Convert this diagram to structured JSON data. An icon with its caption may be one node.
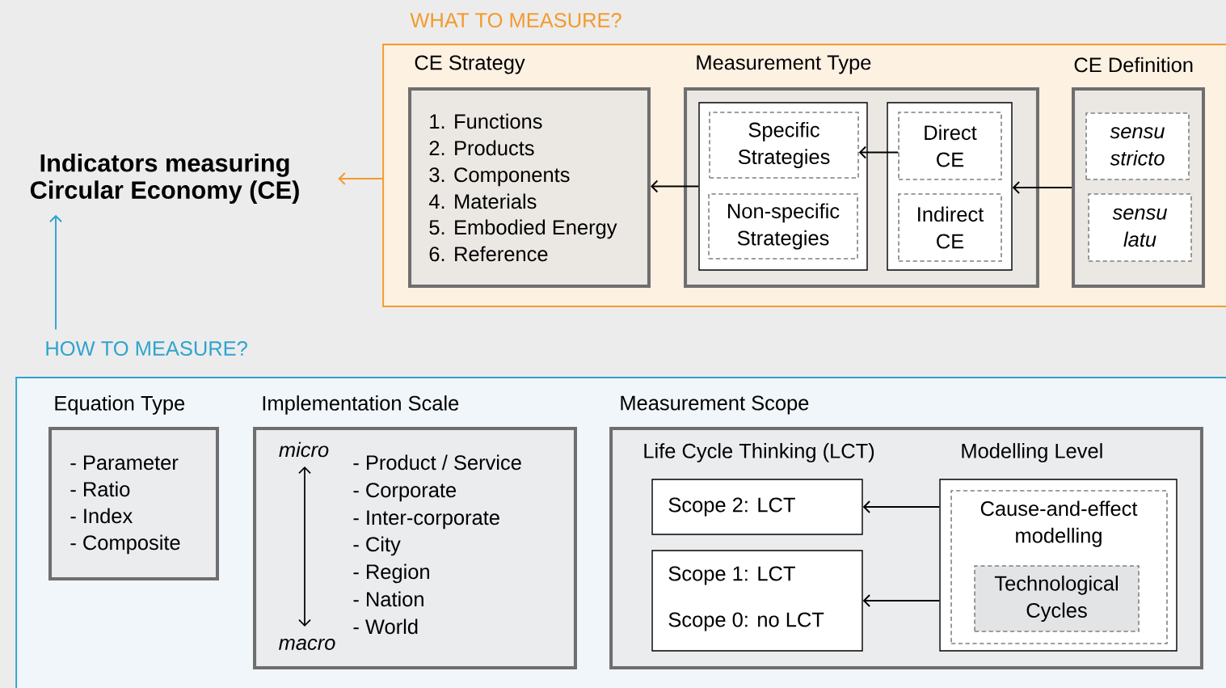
{
  "diagram": {
    "nodes": [
      {
        "text": [
          "Indicators measuring Circular Economy (CE)"
        ]
      },
      {
        "text": [
          "WHAT TO MEASURE?"
        ]
      },
      {
        "text": [
          "HOW TO MEASURE?"
        ]
      },
      {
        "text": [
          "CE Strategy",
          "1. Functions",
          "2. Products",
          "3. Components",
          "4. Materials",
          "5. Embodied Energy",
          "6. Reference"
        ],
        "in": 1
      },
      {
        "text": [
          "Measurement Type"
        ],
        "in": 1
      },
      {
        "text": [],
        "shape": "box",
        "in": 4
      },
      {
        "text": [
          "Specific Strategies"
        ],
        "in": 5
      },
      {
        "text": [
          "Non-specific Strategies"
        ],
        "in": 5
      },
      {
        "text": [],
        "shape": "box",
        "in": 4
      },
      {
        "text": [
          "Direct CE"
        ],
        "in": 8
      },
      {
        "text": [
          "Indirect CE"
        ],
        "in": 8
      },
      {
        "text": [
          "CE Definition"
        ],
        "in": 1
      },
      {
        "text": [
          "sensu stricto"
        ],
        "in": 11
      },
      {
        "text": [
          "sensu latu"
        ],
        "in": 11
      },
      {
        "text": [
          "Equation Type",
          "- Parameter",
          "- Ratio",
          "- Index",
          "- Composite"
        ],
        "in": 2
      },
      {
        "text": [
          "Implementation Scale",
          "micro",
          "- Product / Service",
          "- Corporate",
          "- Inter-corporate",
          "- City",
          "- Region",
          "- Nation",
          "- World",
          "macro"
        ],
        "in": 2
      },
      {
        "text": [
          "Measurement Scope",
          "Life Cycle Thinking (LCT)",
          "Modelling Level"
        ],
        "in": 2
      },
      {
        "text": [
          "Scope 2: LCT"
        ],
        "in": 16
      },
      {
        "text": [
          "Scope 1: LCT",
          "Scope 0: no LCT"
        ],
        "in": 16
      },
      {
        "text": [],
        "shape": "box",
        "in": 16
      },
      {
        "text": [
          "Cause-and-effect modelling"
        ],
        "in": 19
      },
      {
        "text": [
          "Technological Cycles"
        ],
        "in": 20
      }
    ],
    "edges": [
      {
        "from": 1,
        "to": 0,
        "arrow": "to",
        "color": "#f39a2c"
      },
      {
        "from": 2,
        "to": 0,
        "arrow": "to",
        "color": "#2ea3cf"
      },
      {
        "from": 5,
        "to": 3,
        "arrow": "to"
      },
      {
        "from": 9,
        "to": 6,
        "arrow": "to"
      },
      {
        "from": 11,
        "to": 8,
        "arrow": "to"
      },
      {
        "from": 19,
        "to": 17,
        "arrow": "to"
      },
      {
        "from": 19,
        "to": 18,
        "arrow": "to"
      }
    ]
  }
}
